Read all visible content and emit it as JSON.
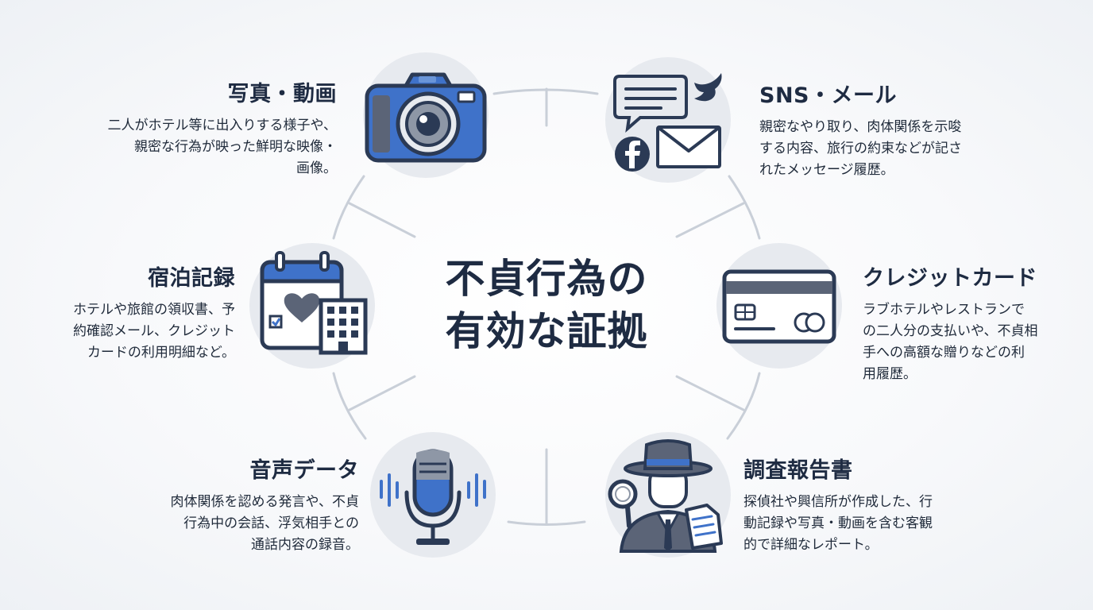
{
  "center": {
    "title_line1": "不貞行為の",
    "title_line2": "有効な証拠"
  },
  "items": [
    {
      "title": "写真・動画",
      "desc": [
        "二人がホテル等に出入りする様子や、",
        "親密な行為が映った鮮明な映像・",
        "画像。"
      ],
      "icon": "camera-icon"
    },
    {
      "title": "SNS・メール",
      "desc": [
        "親密なやり取り、肉体関係を示唆",
        "する内容、旅行の約束などが記さ",
        "れたメッセージ履歴。"
      ],
      "icon": "messages-icon"
    },
    {
      "title": "宿泊記録",
      "desc": [
        "ホテルや旅館の領収書、予",
        "約確認メール、クレジット",
        "カードの利用明細など。"
      ],
      "icon": "calendar-hotel-icon"
    },
    {
      "title": "クレジットカード",
      "desc": [
        "ラブホテルやレストランで",
        "の二人分の支払いや、不貞相",
        "手への高額な贈りなどの利",
        "用履歴。"
      ],
      "icon": "credit-card-icon"
    },
    {
      "title": "音声データ",
      "desc": [
        "肉体関係を認める発言や、不貞",
        "行為中の会話、浮気相手との",
        "通話内容の録音。"
      ],
      "icon": "microphone-icon"
    },
    {
      "title": "調査報告書",
      "desc": [
        "探偵社や興信所が作成した、行",
        "動記録や写真・動画を含む客観",
        "的で詳細なレポート。"
      ],
      "icon": "detective-icon"
    }
  ],
  "colors": {
    "accent_blue": "#3f72c9",
    "navy": "#2b3a55",
    "circle_bg": "#e7eaef",
    "line": "#c9cfd8"
  }
}
